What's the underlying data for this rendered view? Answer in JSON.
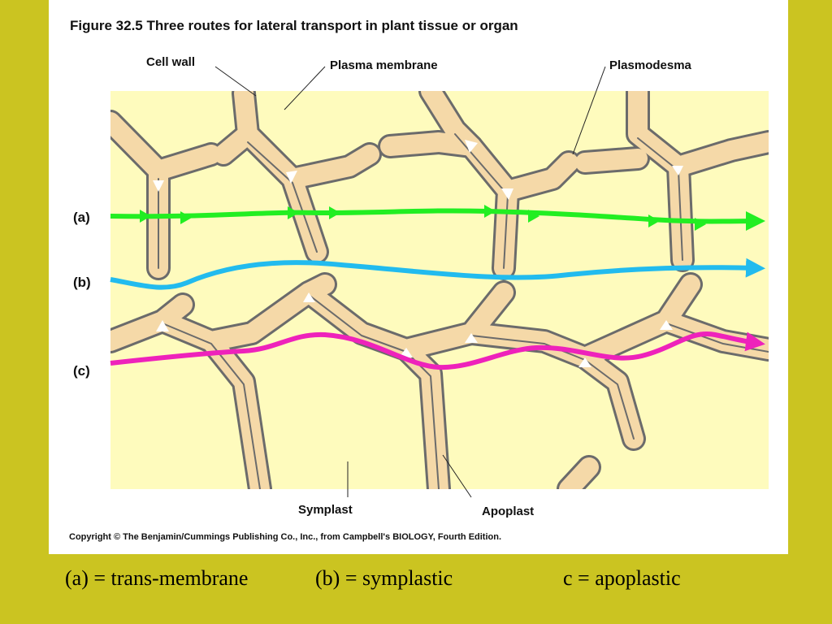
{
  "figure": {
    "title": "Figure 32.5  Three routes for lateral transport in plant tissue or organ",
    "labels": {
      "cell_wall": "Cell wall",
      "plasma_membrane": "Plasma membrane",
      "plasmodesma": "Plasmodesma",
      "symplast": "Symplast",
      "apoplast": "Apoplast"
    },
    "routes": [
      {
        "label": "(a)",
        "color": "#22ee22"
      },
      {
        "label": "(b)",
        "color": "#22bbee"
      },
      {
        "label": "(c)",
        "color": "#ee22bb"
      }
    ],
    "copyright": "Copyright © The Benjamin/Cummings Publishing Co., Inc., from Campbell's BIOLOGY, Fourth Edition.",
    "colors": {
      "tissue_background": "#fefbbd",
      "cell_wall": "#f5d9a8",
      "membrane": "#6b6b6b"
    }
  },
  "captions": {
    "a": "(a) = trans-membrane",
    "b": "(b) = symplastic",
    "c": "c = apoplastic"
  },
  "slide": {
    "background": "#cbc421"
  }
}
